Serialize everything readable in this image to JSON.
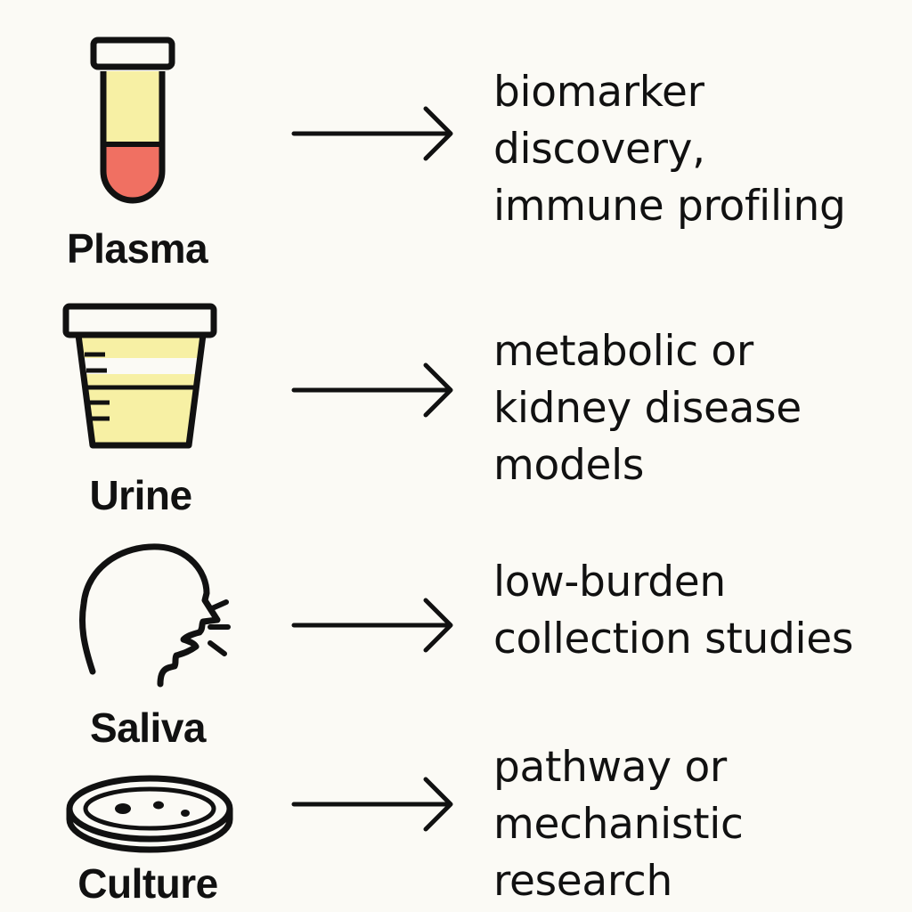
{
  "rows": [
    {
      "sample": "Plasma",
      "icon": "test-tube-icon",
      "use_lines": [
        "biomarker",
        "discovery,",
        "immune profiling"
      ]
    },
    {
      "sample": "Urine",
      "icon": "urine-cup-icon",
      "use_lines": [
        "metabolic or",
        "kidney disease",
        "models"
      ]
    },
    {
      "sample": "Saliva",
      "icon": "head-profile-icon",
      "use_lines": [
        "low-burden",
        "collection studies"
      ]
    },
    {
      "sample": "Culture",
      "icon": "petri-dish-icon",
      "use_lines": [
        "pathway or",
        "mechanistic",
        "research"
      ]
    }
  ],
  "colors": {
    "background": "#fbfaf5",
    "stroke": "#111111",
    "plasma_yellow": "#f7f0a4",
    "blood_red": "#f07062",
    "urine_yellow": "#f7f0a4"
  }
}
